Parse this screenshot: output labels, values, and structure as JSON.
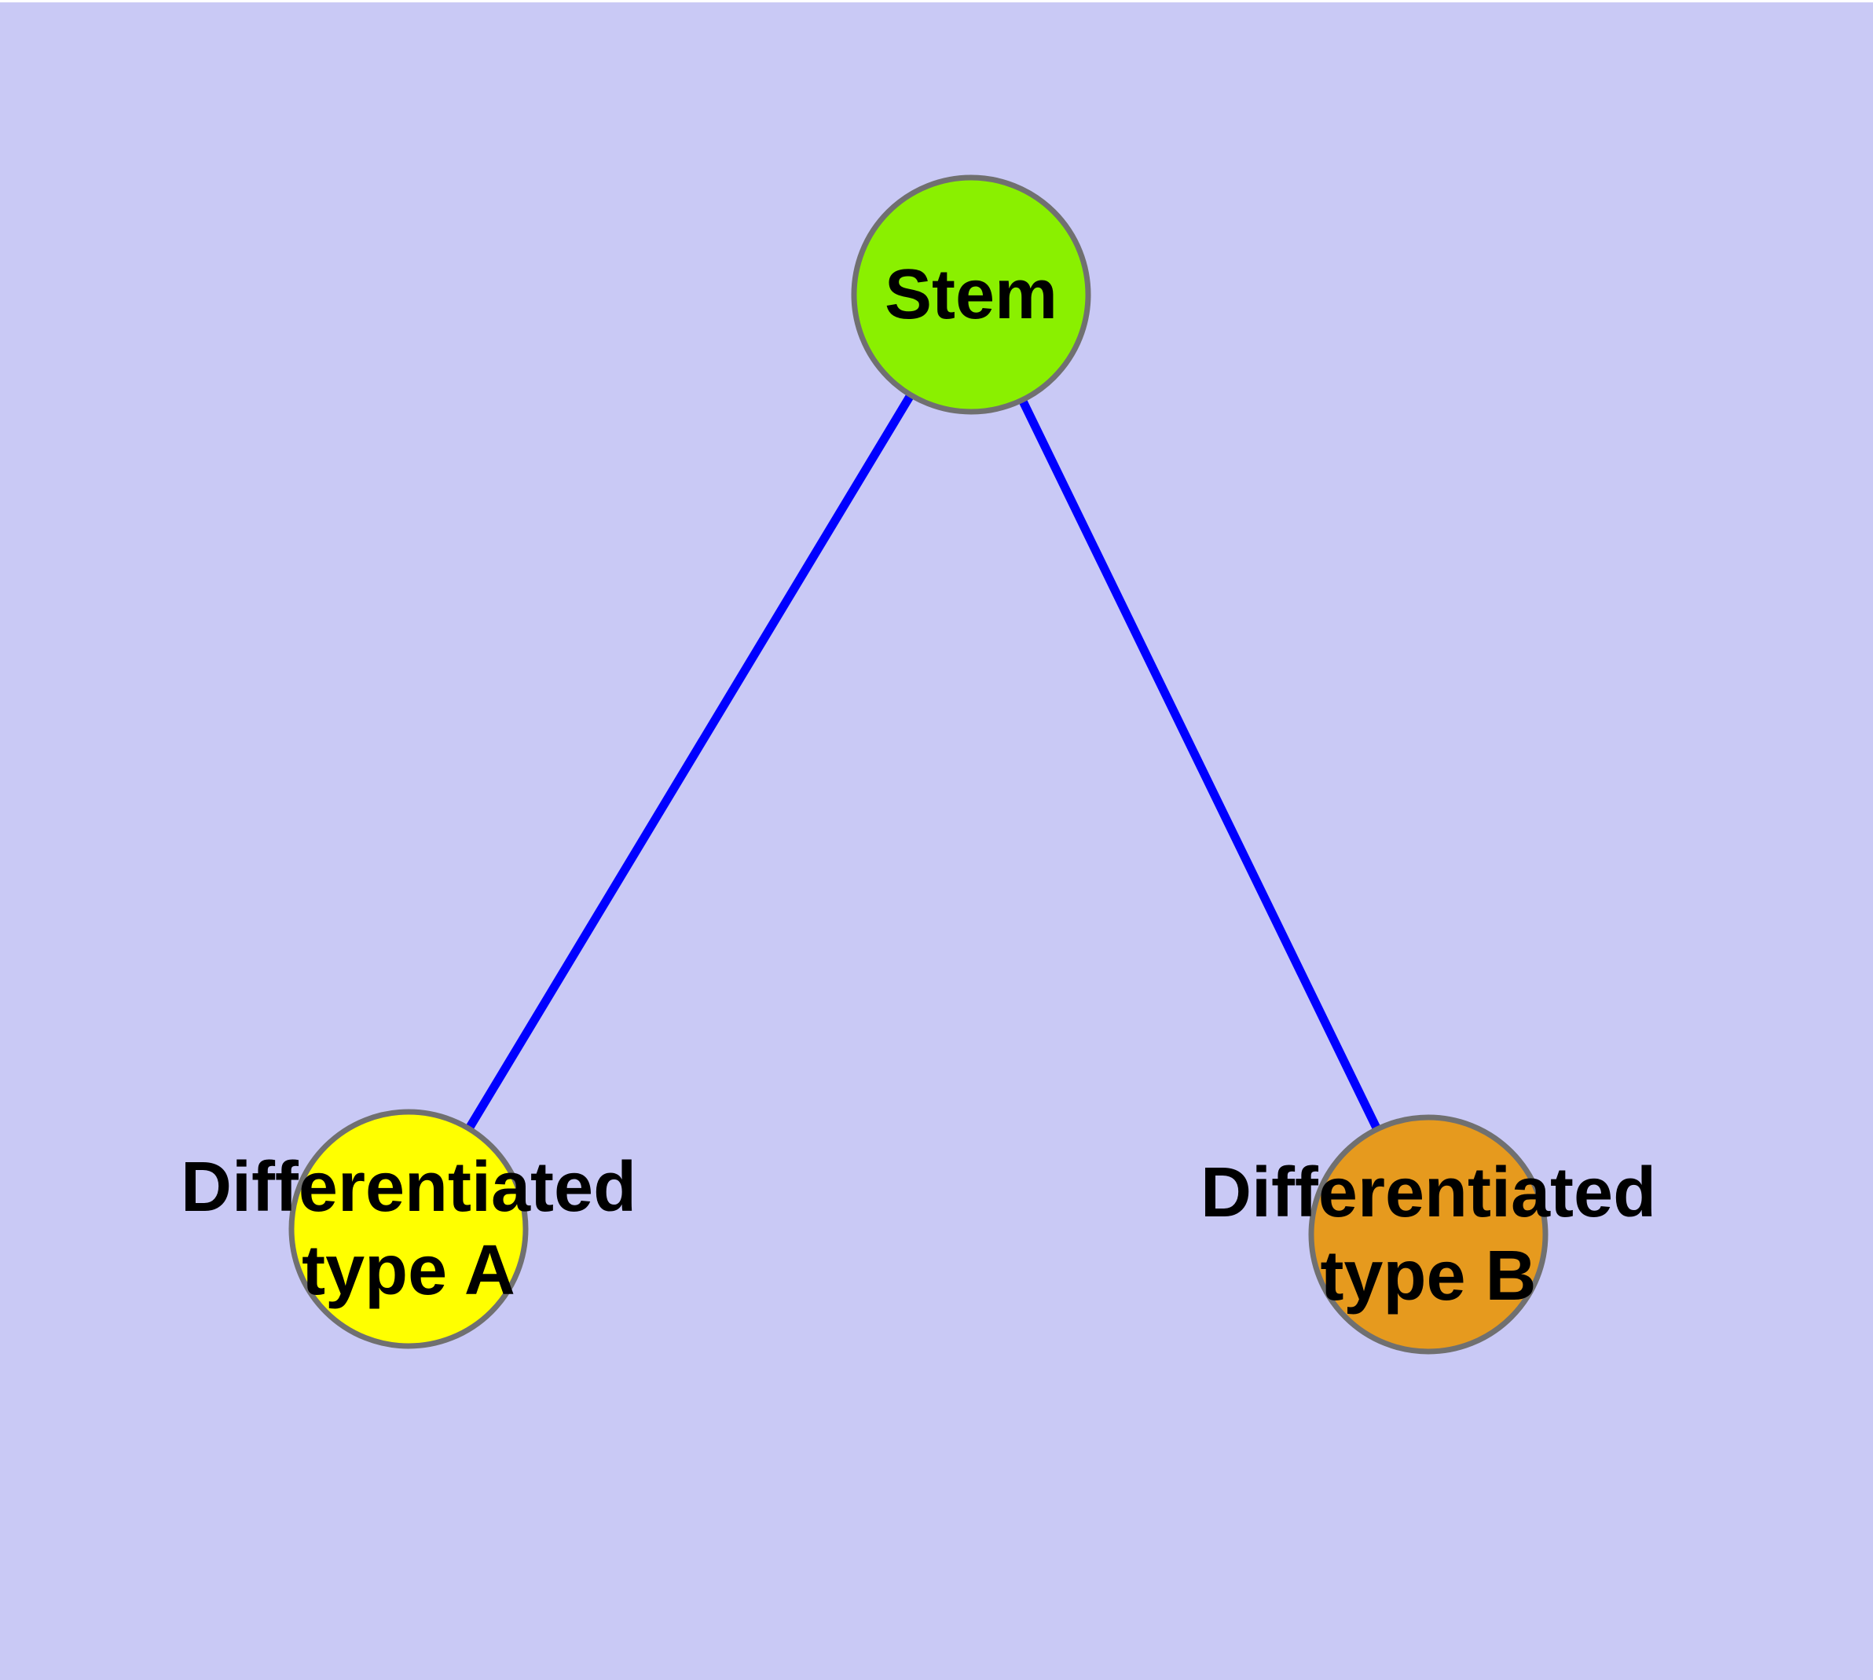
{
  "canvas": {
    "background_color": "#C9C9F5",
    "top_strip_color": "#FFFFFF"
  },
  "diagram": {
    "type": "graph",
    "text_color": "#000000",
    "nodes": [
      {
        "id": "stem",
        "label": "Stem",
        "fill": "#8AF000",
        "border": "#707070"
      },
      {
        "id": "typeA",
        "label": "Differentiated\ntype A",
        "fill": "#FFFF00",
        "border": "#707070"
      },
      {
        "id": "typeB",
        "label": "Differentiated\ntype B",
        "fill": "#E69A1E",
        "border": "#707070"
      }
    ],
    "edges": [
      {
        "from": "stem",
        "to": "typeA",
        "color": "#0000FF"
      },
      {
        "from": "stem",
        "to": "typeB",
        "color": "#0000FF"
      }
    ]
  }
}
